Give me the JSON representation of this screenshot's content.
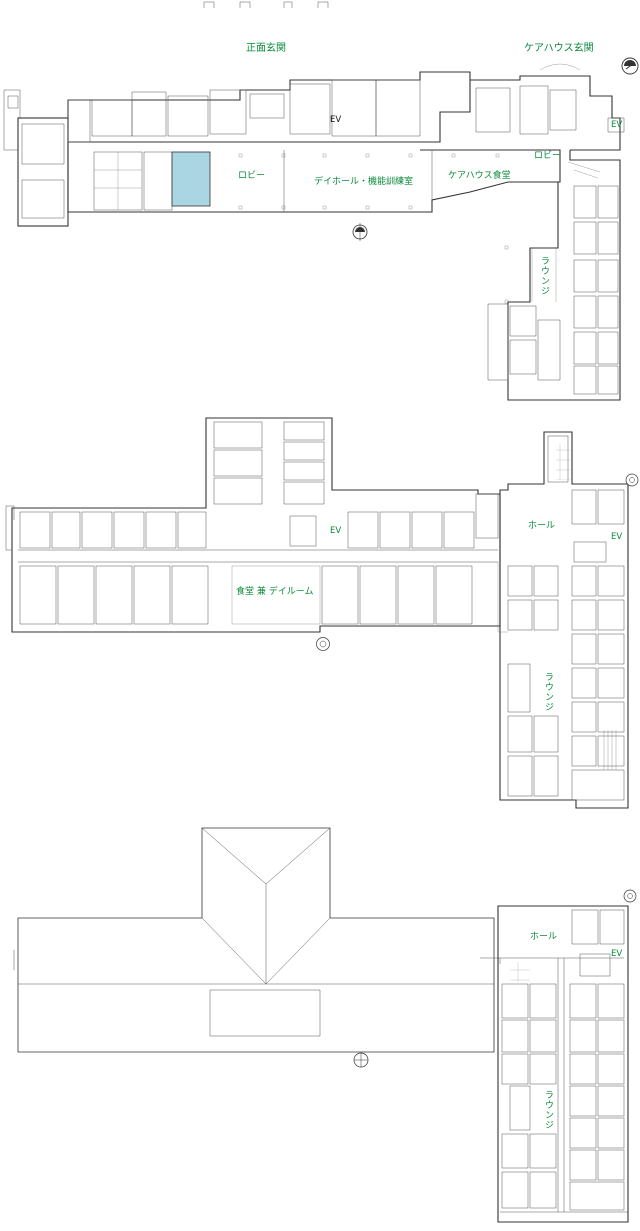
{
  "colors": {
    "label": "#0a8a3a",
    "pool": "#a9d6e2",
    "ev_dark": "#111111"
  },
  "floor1": {
    "front_entrance": "正面玄関",
    "carehouse_entrance": "ケアハウス玄関",
    "lobby_left": "ロビー",
    "dayhall": "デイホール・機能訓練室",
    "carehouse_dining": "ケアハウス食堂",
    "lobby_right": "ロビー",
    "lounge": "ラウンジ",
    "ev_center": "EV",
    "ev_right": "EV"
  },
  "floor2": {
    "hall": "ホール",
    "dining_dayroom": "食堂 兼 デイルーム",
    "lounge": "ラウンジ",
    "ev_center": "EV",
    "ev_right": "EV"
  },
  "floor3": {
    "hall": "ホール",
    "lounge": "ラウンジ",
    "ev_right": "EV"
  },
  "icons": [
    "north-arrow-icon",
    "compass-icon"
  ]
}
